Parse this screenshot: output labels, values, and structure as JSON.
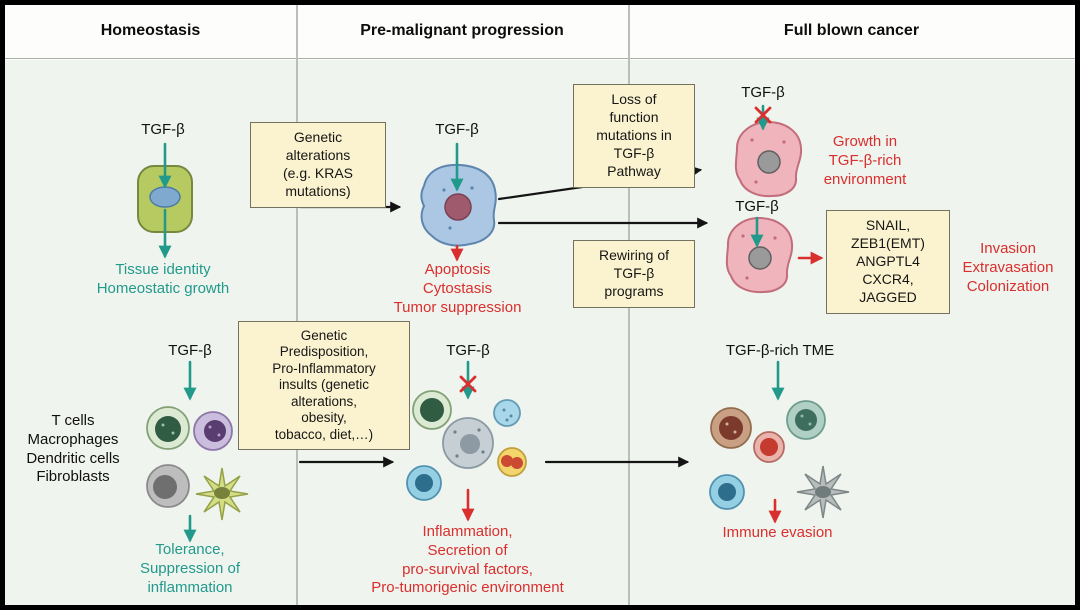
{
  "colors": {
    "teal": "#219a8c",
    "red": "#d92f2e",
    "box_bg": "#fbf3cf",
    "bg": "#f0f4ee"
  },
  "header": {
    "col1": "Homeostasis",
    "col2": "Pre-malignant progression",
    "col3": "Full blown cancer"
  },
  "labels": {
    "tgfb": "TGF-β",
    "tgfb_rich_tme": "TGF-β-rich TME",
    "cell_types": "T cells\nMacrophages\nDendritic cells\nFibroblasts"
  },
  "boxes": {
    "genetic_alterations": "Genetic\nalterations\n(e.g. KRAS\nmutations)",
    "loss_of_function": "Loss of\nfunction\nmutations in\nTGF-β\nPathway",
    "rewiring": "Rewiring of\nTGF-β\nprograms",
    "snail_targets": "SNAIL,\nZEB1(EMT)\nANGPTL4\nCXCR4,\nJAGGED",
    "genetic_predisposition": "Genetic\nPredisposition,\nPro-Inflammatory\ninsults (genetic\nalterations,\nobesity,\ntobacco, diet,…)"
  },
  "outcomes": {
    "homeostasis": "Tissue identity\nHomeostatic growth",
    "tumor_suppression": "Apoptosis\nCytostasis\nTumor suppression",
    "growth": "Growth in\nTGF-β-rich\nenvironment",
    "invasion": "Invasion\nExtravasation\nColonization",
    "tolerance": "Tolerance,\nSuppression of\ninflammation",
    "inflammation": "Inflammation,\nSecretion of\npro-survival factors,\nPro-tumorigenic environment",
    "immune_evasion": "Immune evasion"
  }
}
